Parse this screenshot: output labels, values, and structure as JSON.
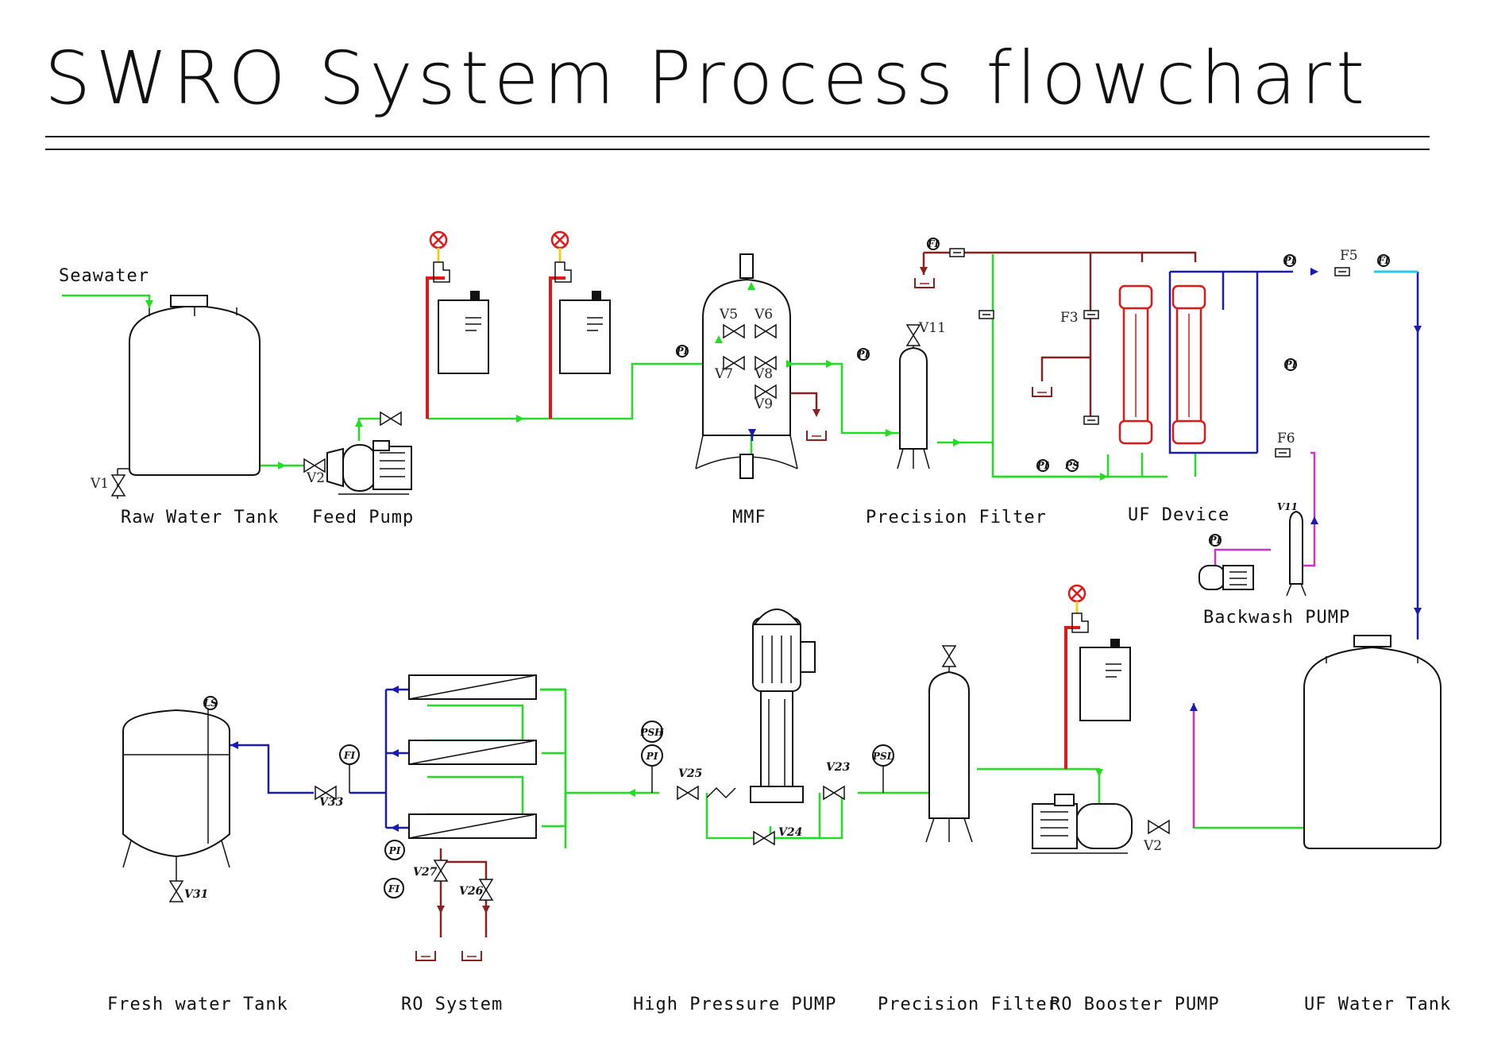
{
  "title": "SWRO System Process flowchart",
  "inputs": {
    "seawater": "Seawater"
  },
  "equipment_labels": {
    "raw_water_tank": "Raw Water Tank",
    "feed_pump": "Feed Pump",
    "mmf": "MMF",
    "precision_filter_top": "Precision Filter",
    "uf_device": "UF Device",
    "backwash_pump": "Backwash PUMP",
    "fresh_water_tank": "Fresh water Tank",
    "ro_system": "RO System",
    "high_pressure_pump": "High Pressure PUMP",
    "precision_filter_bottom": "Precision Filter",
    "ro_booster_pump": "RO Booster PUMP",
    "uf_water_tank": "UF Water Tank"
  },
  "valve_tags": {
    "v1": "V1",
    "v2_feed": "V2",
    "v5": "V5",
    "v6": "V6",
    "v7": "V7",
    "v8": "V8",
    "v9": "V9",
    "v11_top": "V11",
    "v11_backwash": "V11",
    "v2_booster": "V2",
    "v23": "V23",
    "v24": "V24",
    "v25": "V25",
    "v26": "V26",
    "v27": "V27",
    "v31": "V31",
    "v33": "V33"
  },
  "flow_tags": {
    "f3": "F3",
    "f5": "F5",
    "f6": "F6"
  },
  "instrument_tags": {
    "fi_ro": "FI",
    "pi_ro_product": "PI",
    "fi_concentrate": "FI",
    "psh": "PSH",
    "pi_hp": "PI",
    "psl": "PSL",
    "ls": "LS",
    "pi": "PI",
    "ps": "PS",
    "fi": "FI"
  },
  "colors": {
    "feed_line": "#22dd22",
    "dosing_line": "#e01818",
    "product_line": "#1a1ab5",
    "backwash_line": "#cc33cc",
    "drain_line": "#8b2020",
    "uf_outlet": "#22ccee"
  }
}
